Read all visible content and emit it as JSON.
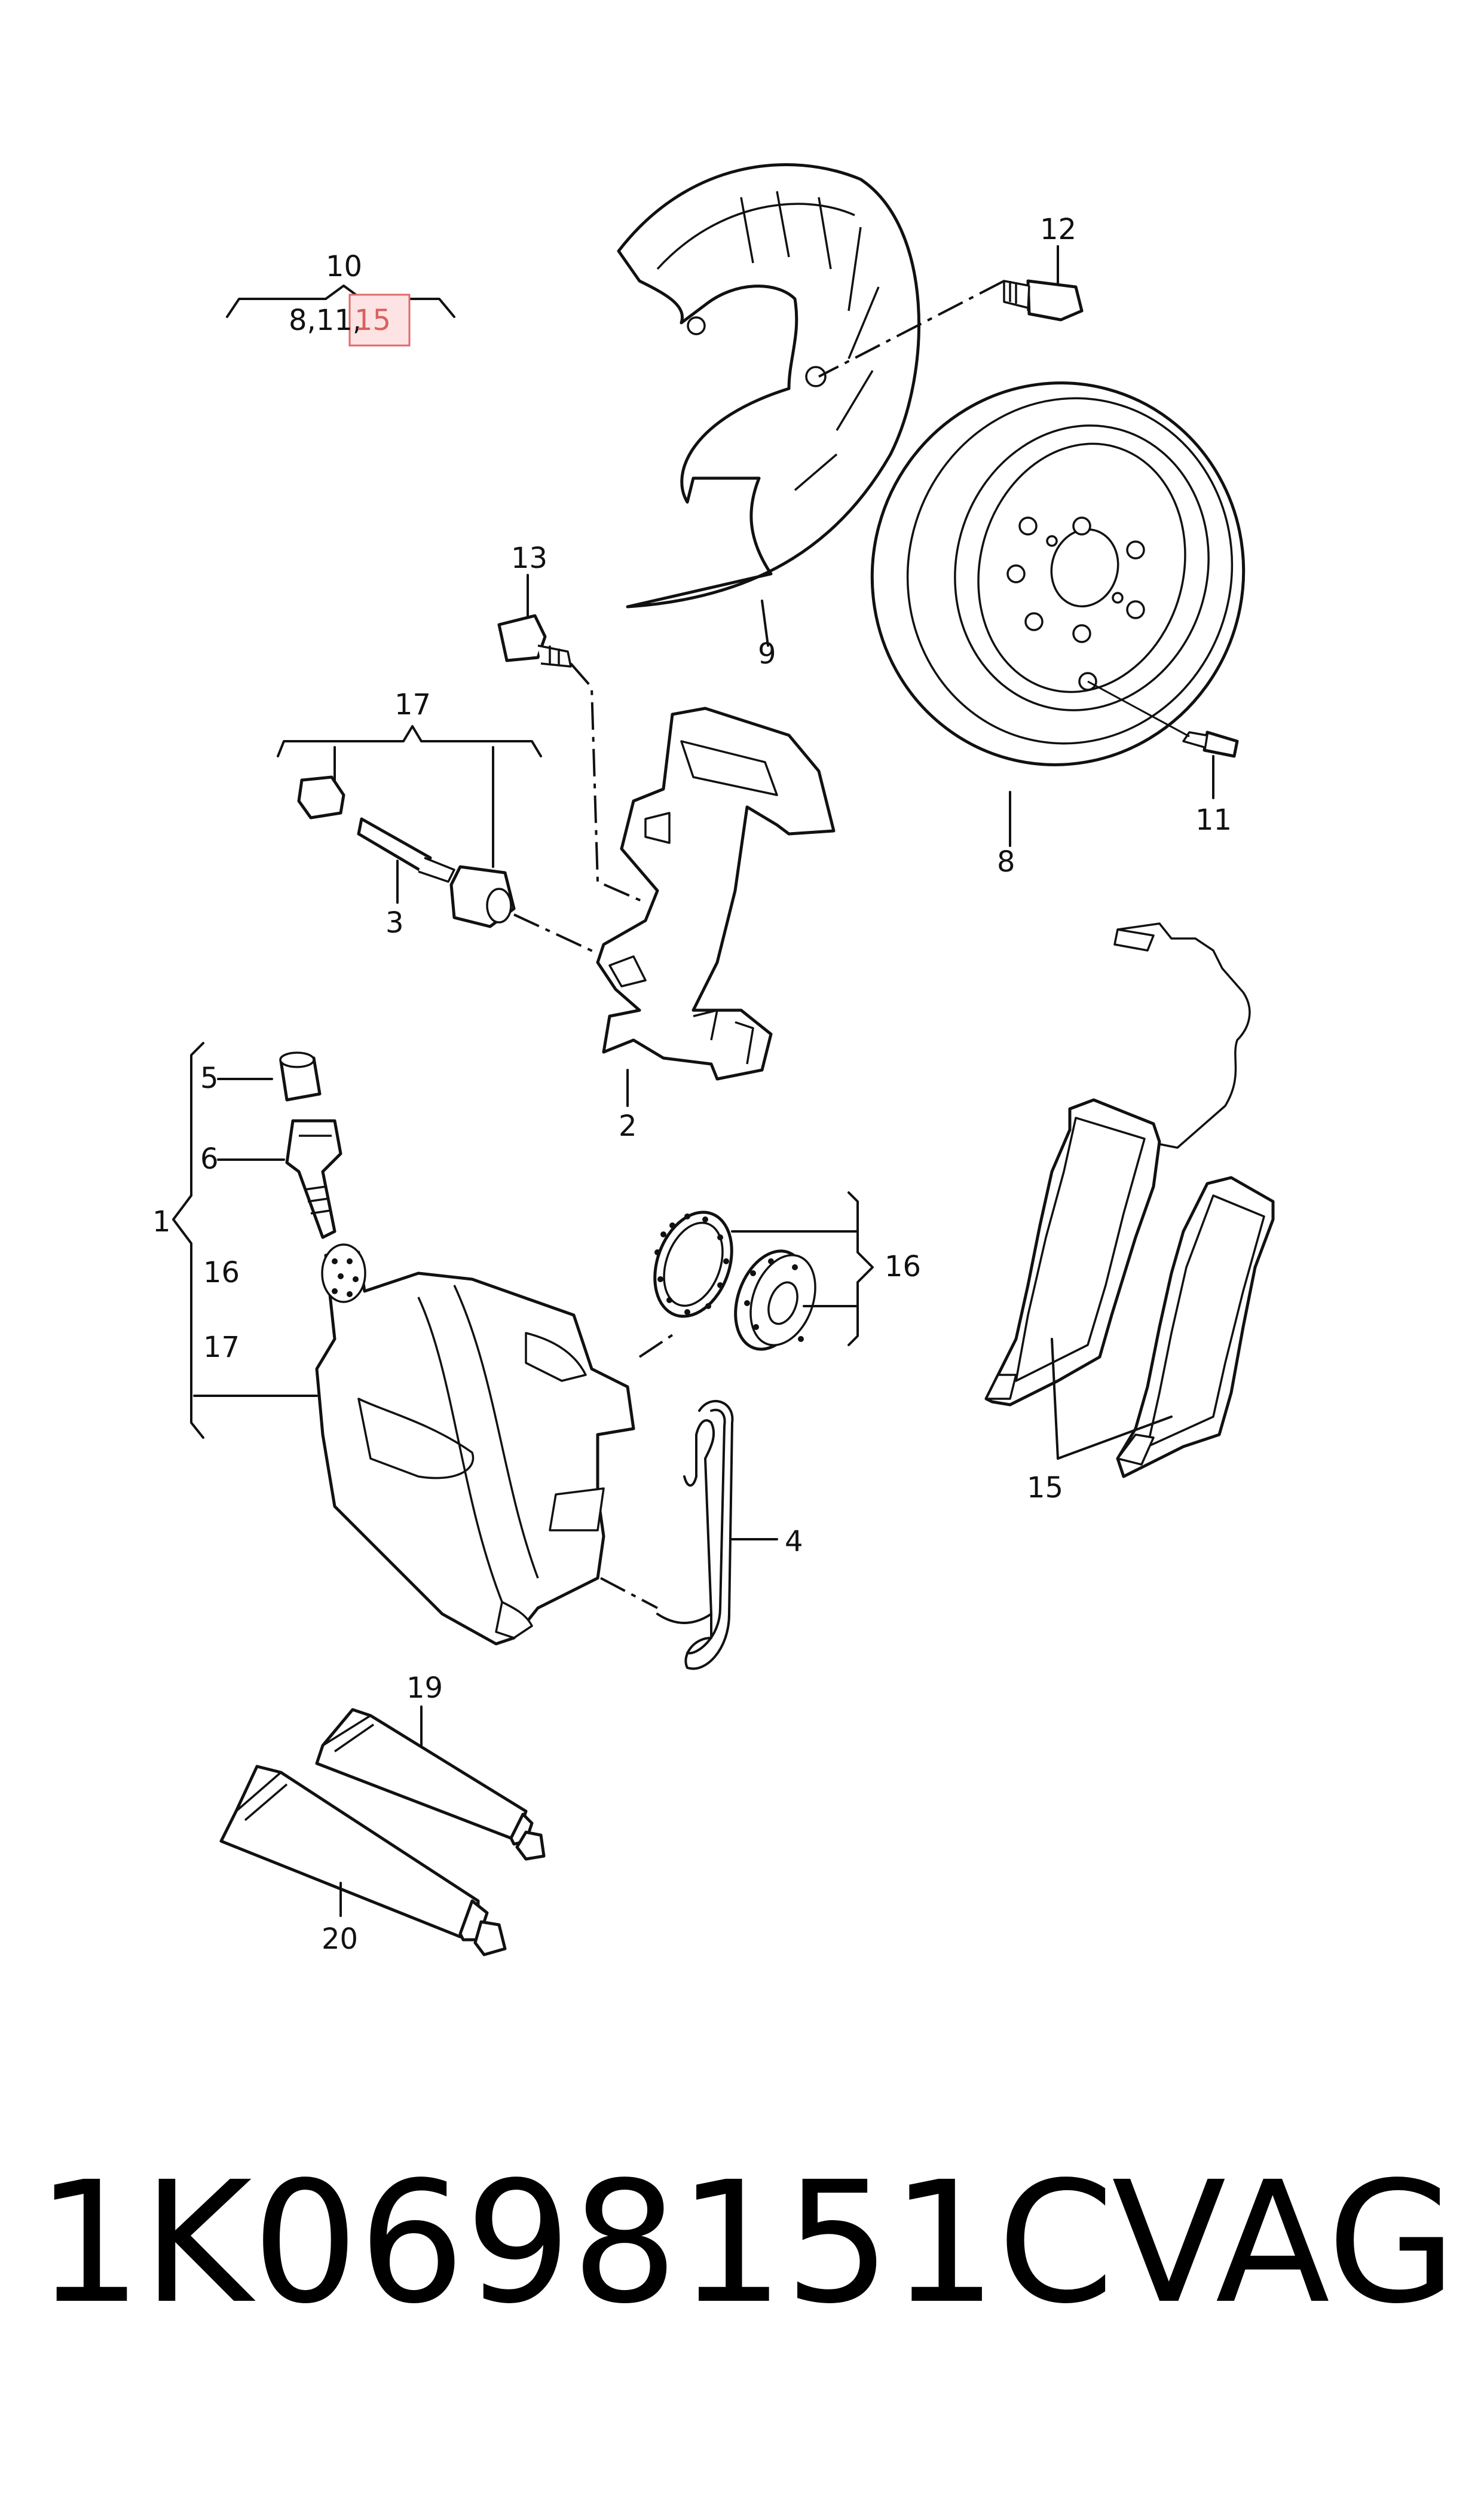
{
  "callouts": {
    "c10": "10",
    "c10_sub_a": "8,11,",
    "c10_sub_b": "15",
    "c12": "12",
    "c13": "13",
    "c9": "9",
    "c17_top": "17",
    "c3": "3",
    "c8": "8",
    "c11": "11",
    "c5": "5",
    "c6": "6",
    "c1": "1",
    "c16_left": "16",
    "c17_left": "17",
    "c2": "2",
    "c16_right": "16",
    "c4": "4",
    "c15": "15",
    "c19": "19",
    "c20": "20"
  },
  "caption": {
    "part_number": "1K0698151C",
    "brand": "VAG"
  },
  "highlight_color": "#f4a6a6"
}
